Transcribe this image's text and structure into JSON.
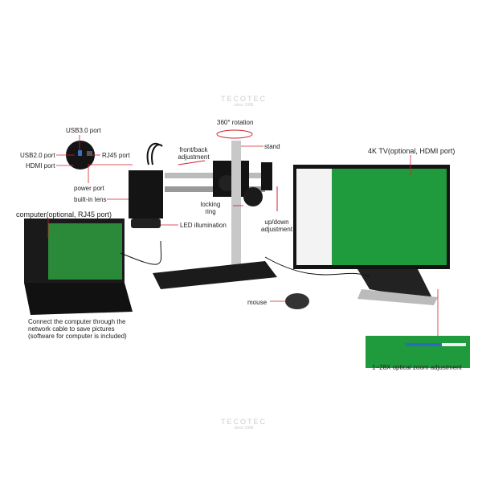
{
  "labels": {
    "usb3": "USB3.0 port",
    "usb2": "USB2.0 port",
    "rj45": "RJ45 port",
    "hdmi": "HDMI port",
    "power": "power port",
    "lens": "built-in lens",
    "led": "LED illumination",
    "rotation": "360° rotation",
    "stand": "stand",
    "front_back": "front/back adjustment",
    "locking": "locking ring",
    "up_down": "up/down adjustment",
    "tv": "4K TV(optional, HDMI port)",
    "computer": "computer(optional, RJ45 port)",
    "mouse": "mouse",
    "zoom": "1~28X optical zoom adjustment",
    "connect_note": [
      "Connect the computer through the",
      "network cable to save pictures",
      "(software for computer is included)"
    ]
  },
  "watermark": {
    "brand": "TECOTEC",
    "since": "since 1996"
  },
  "colors": {
    "leader": "#d0202a",
    "pcb": "#1f9a3c",
    "body": "#141414"
  }
}
